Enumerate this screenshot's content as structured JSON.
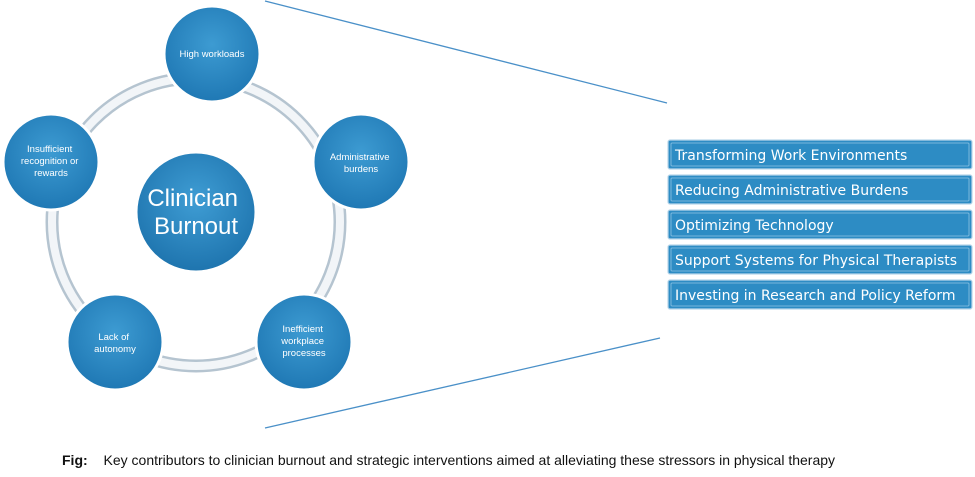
{
  "center": {
    "lines": [
      "Clinician",
      "Burnout"
    ]
  },
  "nodes": [
    {
      "id": "high-workloads",
      "lines": [
        "High workloads"
      ]
    },
    {
      "id": "administrative-burdens",
      "lines": [
        "Administrative",
        "burdens"
      ]
    },
    {
      "id": "inefficient-workplace-processes",
      "lines": [
        "Inefficient",
        "workplace",
        "processes"
      ]
    },
    {
      "id": "lack-of-autonomy",
      "lines": [
        "Lack of",
        "autonomy"
      ]
    },
    {
      "id": "insufficient-recognition",
      "lines": [
        "Insufficient",
        "recognition or",
        "rewards"
      ]
    }
  ],
  "interventions": [
    "Transforming Work Environments",
    "Reducing Administrative Burdens",
    "Optimizing Technology",
    "Support Systems for Physical Therapists",
    "Investing in Research and Policy Reform"
  ],
  "caption": {
    "label": "Fig:",
    "text": "Key contributors to clinician burnout and strategic interventions aimed at alleviating these stressors in physical therapy"
  },
  "colors": {
    "circle_fill": "#2a8bc4",
    "box_fill": "#2d8cc4",
    "connector": "#4a90c8"
  }
}
